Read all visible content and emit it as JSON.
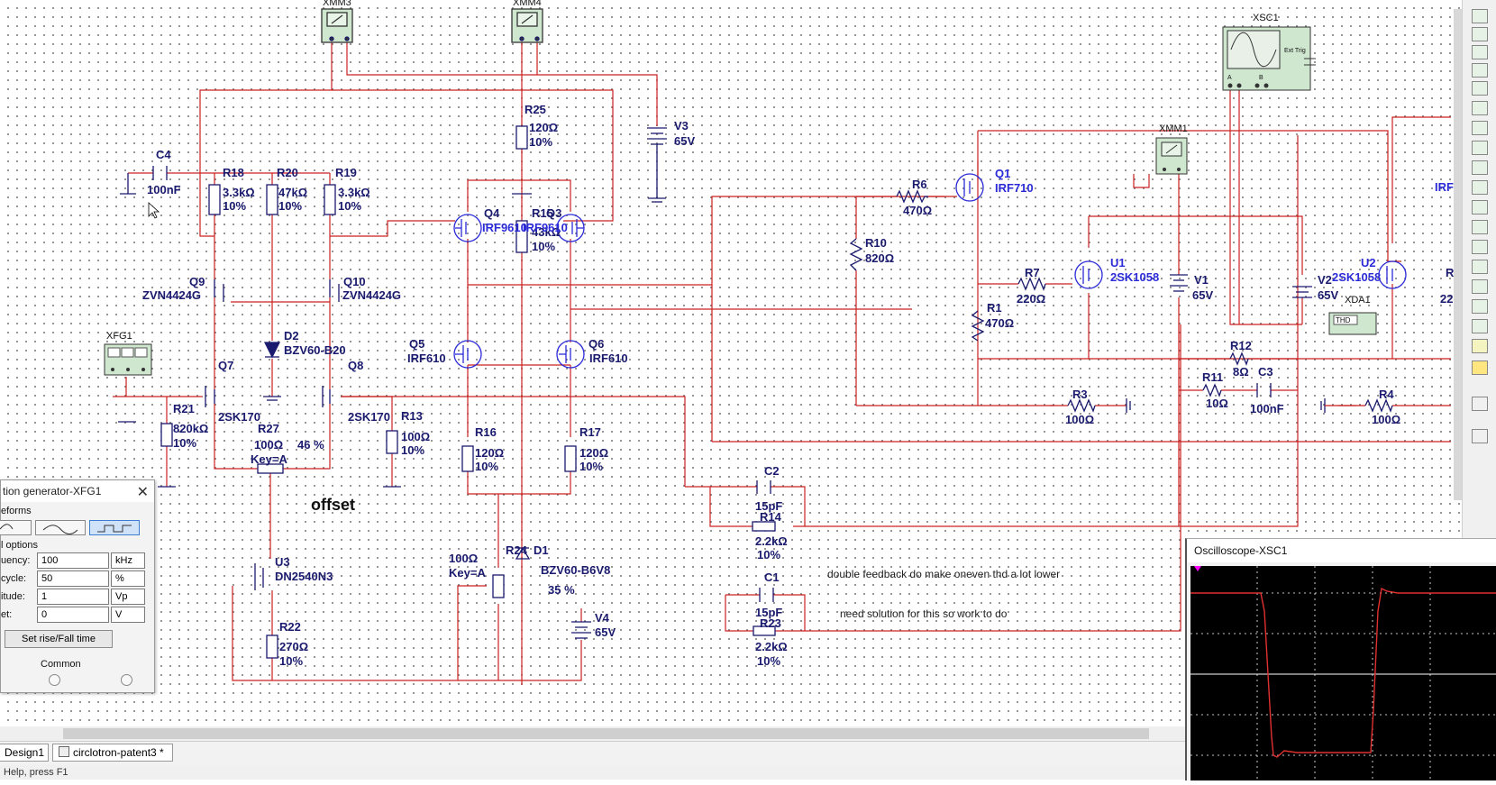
{
  "schematic": {
    "components": {
      "xmm3": "XMM3",
      "xmm4": "XMM4",
      "xmm1": "XMM1",
      "xsc1": "XSC1",
      "xfg1": "XFG1",
      "xda1": "XDA1",
      "ext_trig": "Ext Trig",
      "ch_a": "A",
      "ch_b": "B",
      "thd": "THD",
      "v3": "V3",
      "v3_val": "65V",
      "r25": "R25",
      "r25_val": "120Ω",
      "r25_tol": "10%",
      "c4": "C4",
      "c4_val": "100nF",
      "r18": "R18",
      "r18_val": "3.3kΩ",
      "r18_tol": "10%",
      "r20": "R20",
      "r20_val": "47kΩ",
      "r20_tol": "10%",
      "r19": "R19",
      "r19_val": "3.3kΩ",
      "r19_tol": "10%",
      "q4": "Q4",
      "q4_type": "IRF9610",
      "r15": "R15",
      "r15_val": "43kΩ",
      "r15_tol": "10%",
      "q3": "Q3",
      "q3_type": "IRF9610",
      "q9": "Q9",
      "q9_type": "ZVN4424G",
      "q10": "Q10",
      "q10_type": "ZVN4424G",
      "d2": "D2",
      "d2_type": "BZV60-B20",
      "q7": "Q7",
      "q7_type": "2SK170",
      "q8": "Q8",
      "q8_type": "2SK170",
      "q5": "Q5",
      "q5_type": "IRF610",
      "q6": "Q6",
      "q6_type": "IRF610",
      "r21": "R21",
      "r21_val": "820kΩ",
      "r21_tol": "10%",
      "r27": "R27",
      "r27_val": "100Ω",
      "r27_pct": "46 %",
      "r27_key": "Key=A",
      "r13": "R13",
      "r13_val": "100Ω",
      "r13_tol": "10%",
      "r16": "R16",
      "r16_val": "120Ω",
      "r16_tol": "10%",
      "r17": "R17",
      "r17_val": "120Ω",
      "r17_tol": "10%",
      "offset": "offset",
      "u3": "U3",
      "u3_type": "DN2540N3",
      "r22": "R22",
      "r22_val": "270Ω",
      "r22_tol": "10%",
      "r24_val": "100Ω",
      "r24_key": "Key=A",
      "r24": "R24",
      "r24_pct": "35 %",
      "d1": "D1",
      "d1_type": "BZV60-B6V8",
      "v4": "V4",
      "v4_val": "65V",
      "c2": "C2",
      "c2_val": "15pF",
      "r14": "R14",
      "r14_val": "2.2kΩ",
      "r14_tol": "10%",
      "c1": "C1",
      "c1_val": "15pF",
      "r23": "R23",
      "r23_val": "2.2kΩ",
      "r23_tol": "10%",
      "note1": "double feedback do make oneven thd a lot lower",
      "note2": "need solution for this so work to do",
      "r6": "R6",
      "r6_val": "470Ω",
      "q1": "Q1",
      "q1_type": "IRF710",
      "r10": "R10",
      "r10_val": "820Ω",
      "r7": "R7",
      "r7_val": "220Ω",
      "u1": "U1",
      "u1_type": "2SK1058",
      "r1": "R1",
      "r1_val": "470Ω",
      "v1": "V1",
      "v1_val": "65V",
      "v2": "V2",
      "v2_val": "65V",
      "u2": "U2",
      "u2_type": "2SK1058",
      "r12": "R12",
      "r12_val": "8Ω",
      "r11": "R11",
      "r11_val": "10Ω",
      "c3": "C3",
      "c3_val": "100nF",
      "r3": "R3",
      "r3_val": "100Ω",
      "r4": "R4",
      "r4_val": "100Ω",
      "irf_cut": "IRF",
      "r_cut": "R",
      "r_cut_val": "22"
    }
  },
  "function_generator": {
    "title": "tion generator-XFG1",
    "waveforms_label": "eforms",
    "options_label": "l options",
    "rows": [
      {
        "name": "uency:",
        "value": "100",
        "unit": "kHz"
      },
      {
        "name": "cycle:",
        "value": "50",
        "unit": "%"
      },
      {
        "name": "itude:",
        "value": "1",
        "unit": "Vp"
      },
      {
        "name": "et:",
        "value": "0",
        "unit": "V"
      }
    ],
    "rise_fall_button": "Set rise/Fall time",
    "common_label": "Common",
    "close_glyph": "✕",
    "selected_waveform": "square"
  },
  "oscilloscope": {
    "title": "Oscilloscope-XSC1",
    "trace_color": "#e03030",
    "grid_color": "#ffffff"
  },
  "tabs": [
    {
      "label": "Design1"
    },
    {
      "label": "circlotron-patent3 *"
    }
  ],
  "statusbar": {
    "text": "Help, press F1"
  },
  "colors": {
    "wire": "#cc2222",
    "component": "#1a1a6e",
    "mosfet": "#2b2bd8"
  }
}
